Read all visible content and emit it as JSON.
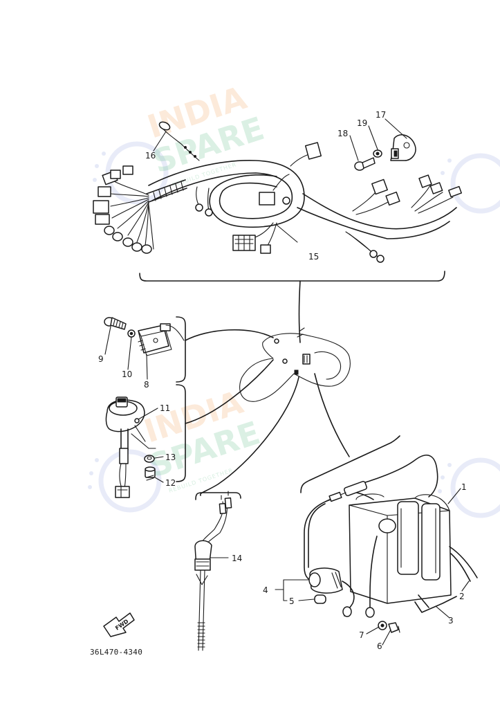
{
  "diagram": {
    "drawing_code": "36L470-4340",
    "fwd_badge": "FWD",
    "callouts": [
      {
        "id": "c1",
        "label": "1"
      },
      {
        "id": "c2",
        "label": "2"
      },
      {
        "id": "c3",
        "label": "3"
      },
      {
        "id": "c4",
        "label": "4"
      },
      {
        "id": "c5",
        "label": "5"
      },
      {
        "id": "c6",
        "label": "6"
      },
      {
        "id": "c7",
        "label": "7"
      },
      {
        "id": "c8",
        "label": "8"
      },
      {
        "id": "c9",
        "label": "9"
      },
      {
        "id": "c10",
        "label": "10"
      },
      {
        "id": "c11",
        "label": "11"
      },
      {
        "id": "c12",
        "label": "12"
      },
      {
        "id": "c13",
        "label": "13"
      },
      {
        "id": "c14",
        "label": "14"
      },
      {
        "id": "c15",
        "label": "15"
      },
      {
        "id": "c16",
        "label": "16"
      },
      {
        "id": "c17",
        "label": "17"
      },
      {
        "id": "c18",
        "label": "18"
      },
      {
        "id": "c19",
        "label": "19"
      }
    ]
  },
  "watermark": {
    "line1": "INDIA",
    "line2": "SPARE",
    "tagline": "REBUILD TOGETHER",
    "color_primary": "#f5a25d",
    "color_secondary": "#5fbf86",
    "icon": "wrench-gear-icon"
  }
}
